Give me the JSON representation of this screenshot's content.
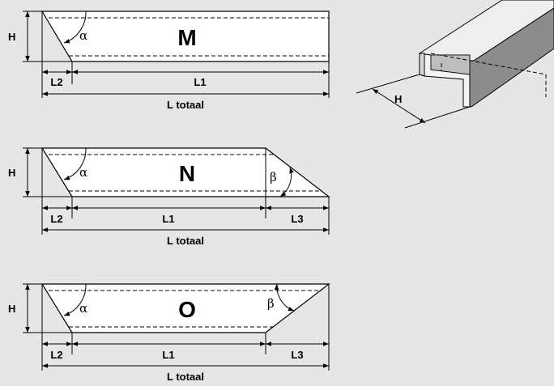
{
  "labels": {
    "height": "H",
    "l1": "L1",
    "l2": "L2",
    "l3": "L3",
    "total": "L totaal",
    "alpha": "α",
    "beta": "β"
  },
  "shapes": [
    {
      "letter": "M"
    },
    {
      "letter": "N"
    },
    {
      "letter": "O"
    }
  ],
  "profile": {
    "height_label": "H"
  },
  "colors": {
    "background": "#e6e6e6",
    "shape_fill": "#ffffff",
    "profile_face": "#eeeeee",
    "profile_side": "#8c8c8c",
    "line": "#000000"
  }
}
